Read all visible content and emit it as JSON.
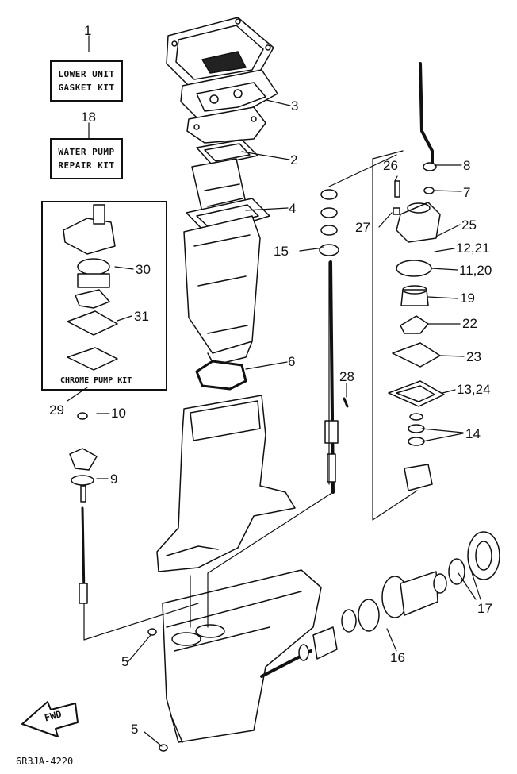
{
  "kits": {
    "lower_unit_gasket": {
      "line1": "LOWER UNIT",
      "line2": "GASKET KIT"
    },
    "water_pump_repair": {
      "line1": "WATER PUMP",
      "line2": "REPAIR KIT"
    },
    "chrome_pump": "CHROME PUMP KIT"
  },
  "callouts": [
    "1",
    "18",
    "3",
    "2",
    "4",
    "6",
    "15",
    "26",
    "27",
    "8",
    "7",
    "25",
    "12,21",
    "11,20",
    "19",
    "22",
    "23",
    "13,24",
    "14",
    "28",
    "10",
    "9",
    "30",
    "31",
    "29",
    "5",
    "16",
    "17"
  ],
  "fwd_label": "FWD",
  "doc_id": "6R3JA-4220",
  "colors": {
    "ink": "#111111",
    "paper": "#ffffff"
  }
}
